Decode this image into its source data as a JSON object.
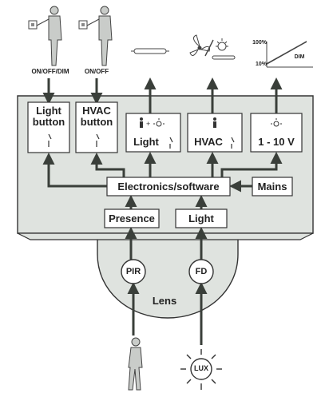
{
  "top_labels": {
    "light_switch_user": "ON/OFF/DIM",
    "hvac_switch_user": "ON/OFF"
  },
  "dim_graph": {
    "y_top": "100%",
    "y_bottom": "10%",
    "label": "DIM"
  },
  "boxes": {
    "light_button": "Light\nbutton",
    "hvac_button": "HVAC\nbutton",
    "light_output": "Light",
    "hvac_output": "HVAC",
    "dim_output": "1 - 10 V"
  },
  "bars": {
    "electronics": "Electronics/software",
    "mains": "Mains",
    "presence": "Presence",
    "light_sensor": "Light"
  },
  "sensors": {
    "pir": "PIR",
    "fd": "FD",
    "lens": "Lens",
    "lux": "LUX"
  },
  "colors": {
    "housing_fill": "#dfe3df",
    "outline": "#333333",
    "arrow": "#3a3f3a",
    "box_fill": "#ffffff"
  },
  "icons": [
    "person-at-switch-icon",
    "fluorescent-tube-icon",
    "fan-icon",
    "sun-icon",
    "bulb-icon",
    "person-icon",
    "walking-person-icon",
    "lux-sun-icon",
    "dim-ramp-icon"
  ]
}
